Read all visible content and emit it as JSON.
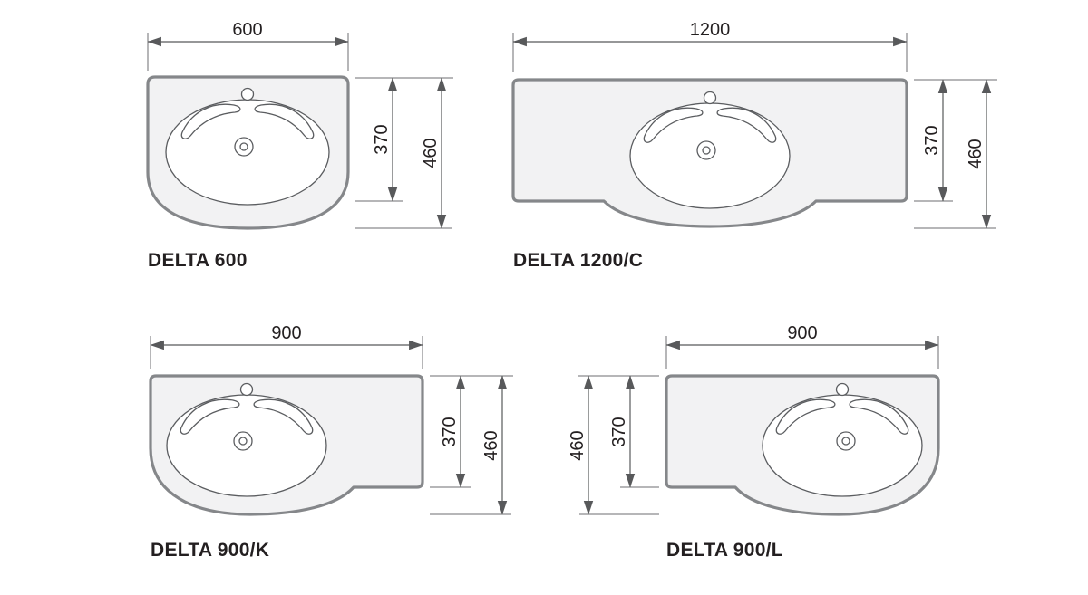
{
  "page": {
    "background": "#ffffff"
  },
  "colors": {
    "basin_outline": "#85878a",
    "basin_fill": "#f2f2f3",
    "detail_line": "#5b5d60",
    "dimension_line": "#58595b",
    "text": "#231f20"
  },
  "diagrams": [
    {
      "name": "DELTA 600",
      "width": "600",
      "depth_inner": "370",
      "depth_total": "460",
      "bowl_position": "center",
      "dimension_side": "right"
    },
    {
      "name": "DELTA 1200/C",
      "width": "1200",
      "depth_inner": "370",
      "depth_total": "460",
      "bowl_position": "center",
      "dimension_side": "right"
    },
    {
      "name": "DELTA 900/K",
      "width": "900",
      "depth_inner": "370",
      "depth_total": "460",
      "bowl_position": "left",
      "dimension_side": "right"
    },
    {
      "name": "DELTA 900/L",
      "width": "900",
      "depth_inner": "370",
      "depth_total": "460",
      "bowl_position": "right",
      "dimension_side": "left"
    }
  ]
}
